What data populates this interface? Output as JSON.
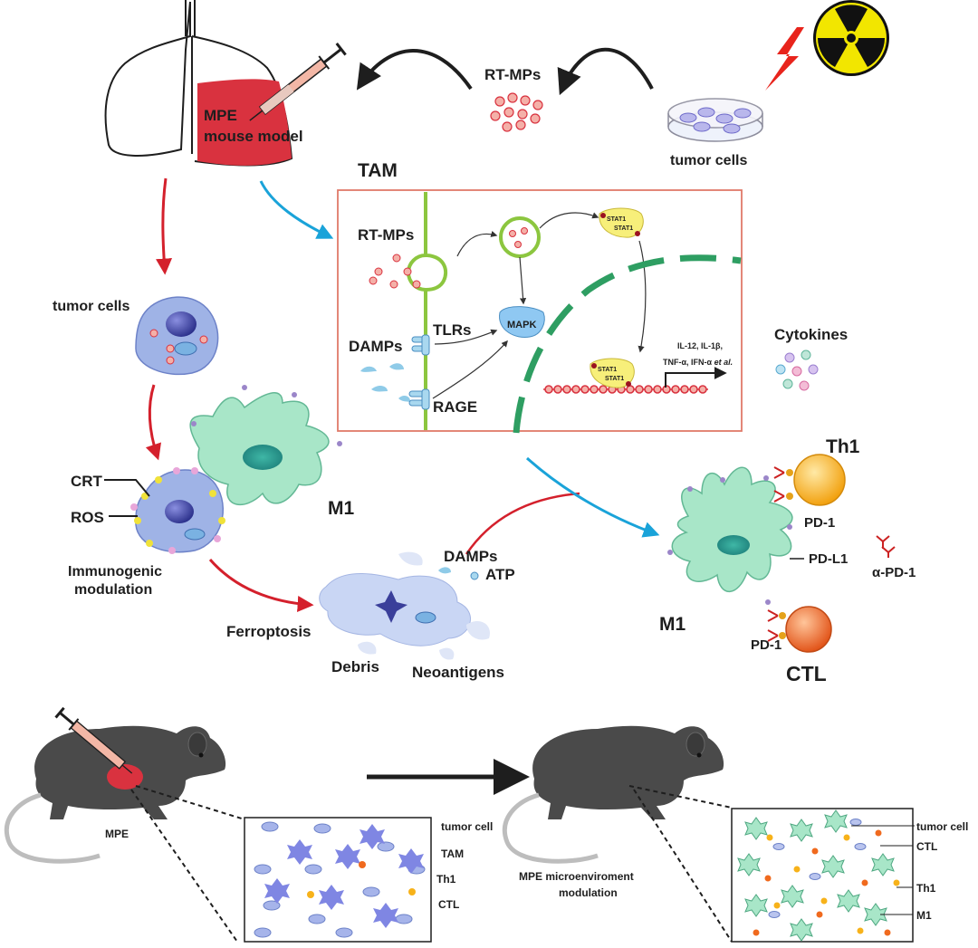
{
  "top": {
    "mpe_model_line1": "MPE",
    "mpe_model_line2": "mouse model",
    "rt_mps": "RT-MPs",
    "tumor_cells": "tumor cells"
  },
  "tam_box": {
    "title": "TAM",
    "rt_mps": "RT-MPs",
    "tlrs": "TLRs",
    "damps": "DAMPs",
    "rage": "RAGE",
    "mapk": "MAPK",
    "stat1": "STAT1",
    "cytokine_list_line1": "IL-12,  IL-1β,",
    "cytokine_list_line2_a": "TNF-α,  IFN-α ",
    "cytokine_list_line2_b": "et al.",
    "cytokines": "Cytokines"
  },
  "middle": {
    "tumor_cells": "tumor cells",
    "crt": "CRT",
    "ros": "ROS",
    "immunogenic_line1": "Immunogenic",
    "immunogenic_line2": "modulation",
    "m1_left": "M1",
    "ferroptosis": "Ferroptosis",
    "debris": "Debris",
    "neoantigens": "Neoantigens",
    "damps": "DAMPs",
    "atp": "ATP",
    "th1": "Th1",
    "pd1_top": "PD-1",
    "pdl1": "PD-L1",
    "alpha_pd1": "α-PD-1",
    "m1_right": "M1",
    "pd1_bottom": "PD-1",
    "ctl": "CTL"
  },
  "bottom": {
    "mpe": "MPE",
    "left_legend": [
      "tumor cell",
      "TAM",
      "Th1",
      "CTL"
    ],
    "modulation_line1": "MPE microenviroment",
    "modulation_line2": "modulation",
    "right_legend": [
      "tumor cell",
      "CTL",
      "Th1",
      "M1"
    ]
  },
  "colors": {
    "lung_fill": "#d9323f",
    "arrow_red": "#d4202c",
    "arrow_blue": "#1aa3d9",
    "membrane_green": "#8cc63f",
    "nucleus_green": "#2e9e62",
    "tam_box_border": "#e07a6a",
    "tumor_cell_fill": "#9fb3e6",
    "macrophage_fill": "#a8e6c8",
    "th1_fill": "#f7b21a",
    "ctl_fill": "#f06a1e",
    "mouse_fill": "#4a4a4a"
  },
  "icons": [
    "syringe-icon",
    "radiation-icon",
    "lightning-icon",
    "petri-dish-icon",
    "lung-icon",
    "mouse-icon"
  ]
}
